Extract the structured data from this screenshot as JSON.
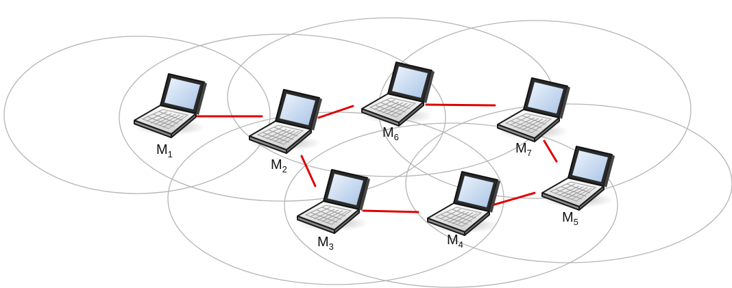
{
  "colors": {
    "range_circle": "#b3b3b3",
    "link": "#e00000",
    "laptop_body": "#f2f2f2",
    "laptop_outline": "#1a1a1a",
    "laptop_screen": "#cfe0f5",
    "background": "#ffffff"
  },
  "nodes": [
    {
      "id": "M1",
      "label": "M",
      "sub": "1",
      "icon": "laptop-icon"
    },
    {
      "id": "M2",
      "label": "M",
      "sub": "2",
      "icon": "laptop-icon"
    },
    {
      "id": "M3",
      "label": "M",
      "sub": "3",
      "icon": "laptop-icon"
    },
    {
      "id": "M4",
      "label": "M",
      "sub": "4",
      "icon": "laptop-icon"
    },
    {
      "id": "M5",
      "label": "M",
      "sub": "5",
      "icon": "laptop-icon"
    },
    {
      "id": "M6",
      "label": "M",
      "sub": "6",
      "icon": "laptop-icon"
    },
    {
      "id": "M7",
      "label": "M",
      "sub": "7",
      "icon": "laptop-icon"
    }
  ],
  "links": [
    {
      "from": "M1",
      "to": "M2"
    },
    {
      "from": "M2",
      "to": "M6"
    },
    {
      "from": "M6",
      "to": "M7"
    },
    {
      "from": "M7",
      "to": "M5"
    },
    {
      "from": "M5",
      "to": "M4"
    },
    {
      "from": "M4",
      "to": "M3"
    },
    {
      "from": "M3",
      "to": "M2"
    }
  ]
}
